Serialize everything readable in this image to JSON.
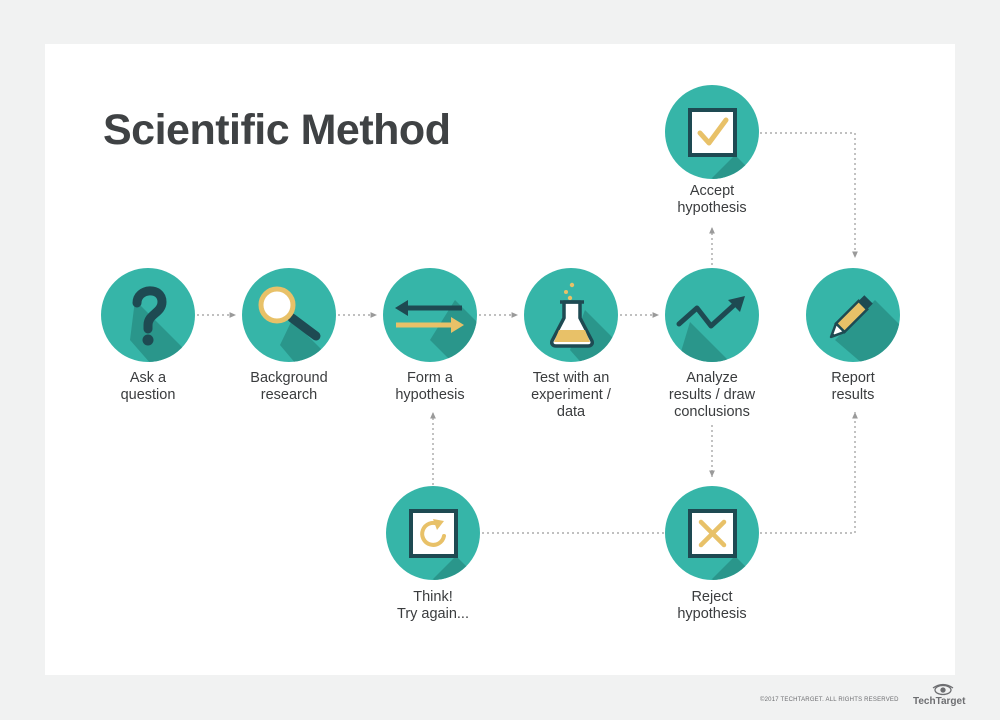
{
  "title": "Scientific Method",
  "colors": {
    "circle": "#36b5a8",
    "shadow": "#2a968b",
    "icon_dark": "#1e4a52",
    "icon_gold": "#e8c168",
    "text": "#3a3c3e",
    "connector": "#9a9a9a"
  },
  "steps": {
    "ask": {
      "line1": "Ask a",
      "line2": "question",
      "icon": "question-mark-icon"
    },
    "background": {
      "line1": "Background",
      "line2": "research",
      "icon": "magnifier-icon"
    },
    "form": {
      "line1": "Form a",
      "line2": "hypothesis",
      "icon": "arrows-icon"
    },
    "test": {
      "line1": "Test with an",
      "line2": "experiment /",
      "line3": "data",
      "icon": "flask-icon"
    },
    "analyze": {
      "line1": "Analyze",
      "line2": "results / draw",
      "line3": "conclusions",
      "icon": "trend-arrow-icon"
    },
    "report": {
      "line1": "Report",
      "line2": "results",
      "icon": "pencil-icon"
    },
    "accept": {
      "line1": "Accept",
      "line2": "hypothesis",
      "icon": "checkmark-icon"
    },
    "reject": {
      "line1": "Reject",
      "line2": "hypothesis",
      "icon": "x-mark-icon"
    },
    "think": {
      "line1": "Think!",
      "line2": "Try again...",
      "icon": "refresh-icon"
    }
  },
  "footer": {
    "copyright": "©2017 TECHTARGET. ALL RIGHTS RESERVED",
    "brand": "TechTarget"
  }
}
